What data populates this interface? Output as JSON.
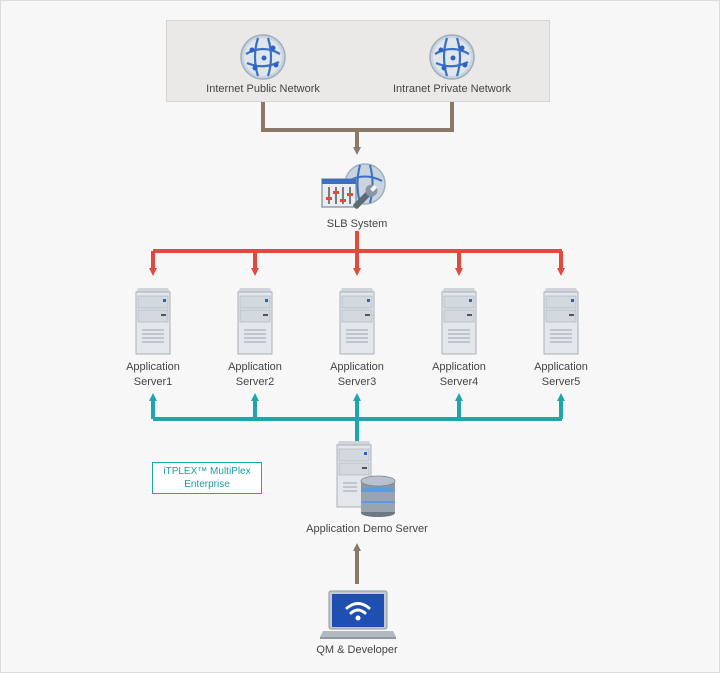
{
  "colors": {
    "network_link": "#8a7868",
    "slb_link": "#e24b3b",
    "cluster_link": "#1fa6ad",
    "box_fill": "#ebe9e7",
    "brand_border": "#1fa6ad"
  },
  "networks": [
    {
      "label": "Internet Public Network",
      "icon": "globe-icon"
    },
    {
      "label": "Intranet Private Network",
      "icon": "globe-icon"
    }
  ],
  "slb": {
    "label": "SLB System",
    "icon": "slb-control-icon"
  },
  "app_servers": [
    {
      "line1": "Application",
      "line2": "Server1"
    },
    {
      "line1": "Application",
      "line2": "Server2"
    },
    {
      "line1": "Application",
      "line2": "Server3"
    },
    {
      "line1": "Application",
      "line2": "Server4"
    },
    {
      "line1": "Application",
      "line2": "Server5"
    }
  ],
  "brand": {
    "line1": "iTPLEX™ MultiPlex",
    "line2": "Enterprise"
  },
  "demo_server": {
    "label": "Application Demo Server",
    "icon": "server-database-icon"
  },
  "client": {
    "label": "QM & Developer",
    "icon": "laptop-wifi-icon"
  }
}
